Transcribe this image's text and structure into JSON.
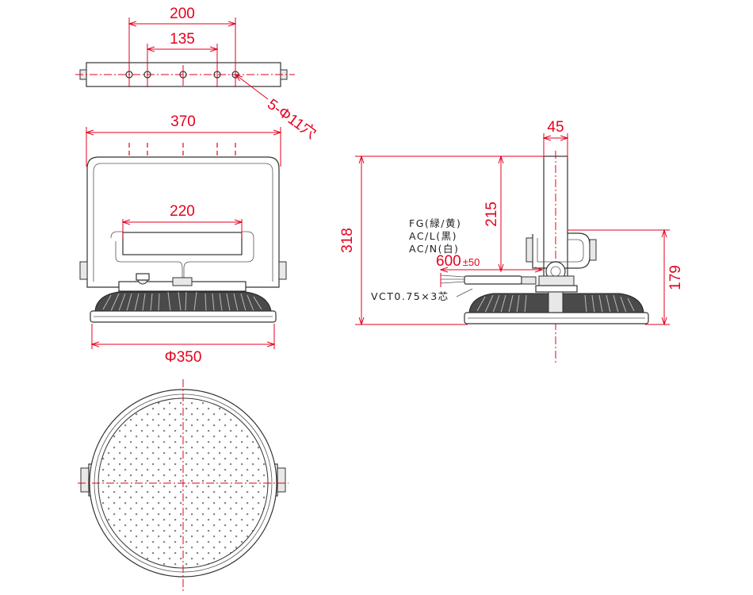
{
  "colors": {
    "dimension": "#e6001f",
    "outline": "#333333",
    "text": "#222222"
  },
  "top_view": {
    "dim_outer": "200",
    "dim_inner": "135",
    "hole_callout": "5-Φ11穴"
  },
  "front_view": {
    "dim_width": "370",
    "dim_bracket": "220",
    "dim_diameter": "Φ350"
  },
  "side_view": {
    "dim_depth": "45",
    "dim_height_total": "318",
    "dim_arm": "215",
    "dim_body": "179",
    "cable_length": "600",
    "cable_tolerance": "±50",
    "wire_labels": [
      "FG(緑/黄)",
      "AC/L(黒)",
      "AC/N(白)"
    ],
    "cable_spec": "VCT0.75×3芯"
  },
  "bottom_view": {
    "description_icon": "led-panel-icon"
  }
}
